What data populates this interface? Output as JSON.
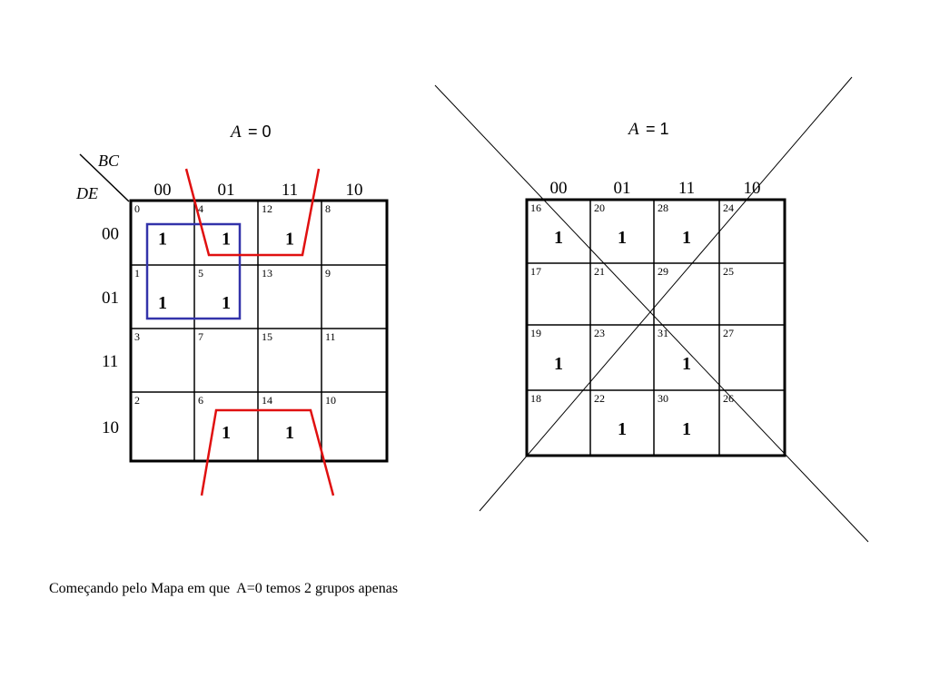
{
  "maps": [
    {
      "title_var": "A",
      "title_rest": " = 0",
      "row_var": "DE",
      "col_var": "BC",
      "col_codes": [
        "00",
        "01",
        "11",
        "10"
      ],
      "row_codes": [
        "00",
        "01",
        "11",
        "10"
      ],
      "minterms": [
        [
          "0",
          "4",
          "12",
          "8"
        ],
        [
          "1",
          "5",
          "13",
          "9"
        ],
        [
          "3",
          "7",
          "15",
          "11"
        ],
        [
          "2",
          "6",
          "14",
          "10"
        ]
      ],
      "ones": [
        [
          true,
          true,
          true,
          false
        ],
        [
          true,
          true,
          false,
          false
        ],
        [
          false,
          false,
          false,
          false
        ],
        [
          false,
          true,
          true,
          false
        ]
      ],
      "one_label": "1"
    },
    {
      "title_var": "A",
      "title_rest": " = 1",
      "row_var": "",
      "col_var": "",
      "col_codes": [
        "00",
        "01",
        "11",
        "10"
      ],
      "row_codes": [],
      "minterms": [
        [
          "16",
          "20",
          "28",
          "24"
        ],
        [
          "17",
          "21",
          "29",
          "25"
        ],
        [
          "19",
          "23",
          "31",
          "27"
        ],
        [
          "18",
          "22",
          "30",
          "26"
        ]
      ],
      "ones": [
        [
          true,
          true,
          true,
          false
        ],
        [
          false,
          false,
          false,
          false
        ],
        [
          true,
          false,
          true,
          false
        ],
        [
          false,
          true,
          true,
          false
        ]
      ],
      "one_label": "1",
      "crossed_out": true
    }
  ],
  "groups": [
    {
      "color": "#3333aa",
      "shape": "rectangle",
      "cells": [
        [
          0,
          0
        ],
        [
          0,
          1
        ],
        [
          1,
          0
        ],
        [
          1,
          1
        ]
      ]
    },
    {
      "color": "#e01010",
      "shape": "wrap-around",
      "cells": [
        [
          0,
          1
        ],
        [
          0,
          2
        ],
        [
          3,
          1
        ],
        [
          3,
          2
        ]
      ]
    }
  ],
  "caption": "Começando pelo Mapa em que  A=0 temos 2 grupos apenas"
}
